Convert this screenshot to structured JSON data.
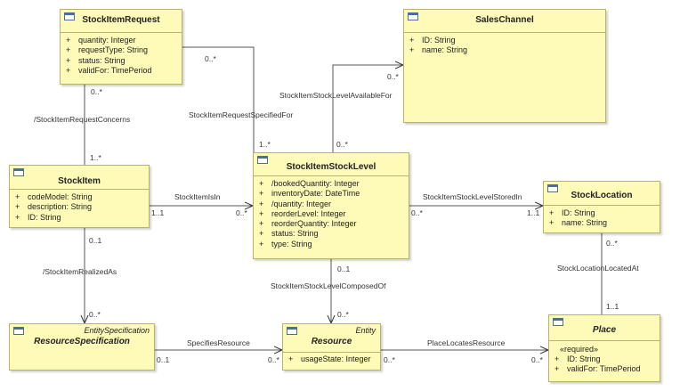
{
  "classes": {
    "stock_item_request": {
      "name": "StockItemRequest",
      "attributes": [
        {
          "vis": "+",
          "text": "quantity: Integer"
        },
        {
          "vis": "+",
          "text": "requestType: String"
        },
        {
          "vis": "+",
          "text": "status: String"
        },
        {
          "vis": "+",
          "text": "validFor: TimePeriod"
        }
      ]
    },
    "sales_channel": {
      "name": "SalesChannel",
      "attributes": [
        {
          "vis": "+",
          "text": "ID: String"
        },
        {
          "vis": "+",
          "text": "name: String"
        }
      ]
    },
    "stock_item": {
      "name": "StockItem",
      "attributes": [
        {
          "vis": "+",
          "text": "codeModel: String"
        },
        {
          "vis": "+",
          "text": "description: String"
        },
        {
          "vis": "+",
          "text": "ID: String"
        }
      ]
    },
    "stock_item_stock_level": {
      "name": "StockItemStockLevel",
      "attributes": [
        {
          "vis": "+",
          "text": "/bookedQuantity: Integer"
        },
        {
          "vis": "+",
          "text": "inventoryDate: DateTime"
        },
        {
          "vis": "+",
          "text": "/quantity: Integer"
        },
        {
          "vis": "+",
          "text": "reorderLevel: Integer"
        },
        {
          "vis": "+",
          "text": "reorderQuantity: Integer"
        },
        {
          "vis": "+",
          "text": "status: String"
        },
        {
          "vis": "+",
          "text": "type: String"
        }
      ]
    },
    "stock_location": {
      "name": "StockLocation",
      "attributes": [
        {
          "vis": "+",
          "text": "ID: String"
        },
        {
          "vis": "+",
          "text": "name: String"
        }
      ]
    },
    "resource_specification": {
      "name": "ResourceSpecification",
      "stereotype": "EntitySpecification",
      "attributes": []
    },
    "resource": {
      "name": "Resource",
      "stereotype": "Entity",
      "attributes": [
        {
          "vis": "+",
          "text": "usageState: Integer"
        }
      ]
    },
    "place": {
      "name": "Place",
      "constraint": "«required»",
      "attributes": [
        {
          "vis": "+",
          "text": "ID: String"
        },
        {
          "vis": "+",
          "text": "validFor: TimePeriod"
        }
      ]
    }
  },
  "associations": {
    "request_concerns": "/StockItemRequestConcerns",
    "request_specified_for": "StockItemRequestSpecifiedFor",
    "available_for": "StockItemStockLevelAvailableFor",
    "is_in": "StockItemIsIn",
    "stored_in": "StockItemStockLevelStoredIn",
    "realized_as": "/StockItemRealizedAs",
    "composed_of": "StockItemStockLevelComposedOf",
    "located_at": "StockLocationLocatedAt",
    "specifies_resource": "SpecifiesResource",
    "place_locates_resource": "PlaceLocatesResource"
  },
  "multiplicities": {
    "concerns_request_end": "0..*",
    "concerns_item_end": "1..*",
    "specified_for_request_end": "0..*",
    "specified_for_level_end": "1..*",
    "available_for_channel_end": "0..*",
    "available_for_level_end": "0..*",
    "is_in_item_end": "1..1",
    "is_in_level_end": "0..*",
    "stored_in_level_end": "0..*",
    "stored_in_location_end": "1..1",
    "realized_item_end": "0..1",
    "realized_spec_end": "0..*",
    "composed_level_end": "0..1",
    "composed_resource_end": "0..*",
    "located_location_end": "0..*",
    "located_place_end": "1..1",
    "specifies_spec_end": "0..1",
    "specifies_resource_end": "0..*",
    "locates_resource_end": "0..*",
    "locates_place_end": "0..*"
  }
}
